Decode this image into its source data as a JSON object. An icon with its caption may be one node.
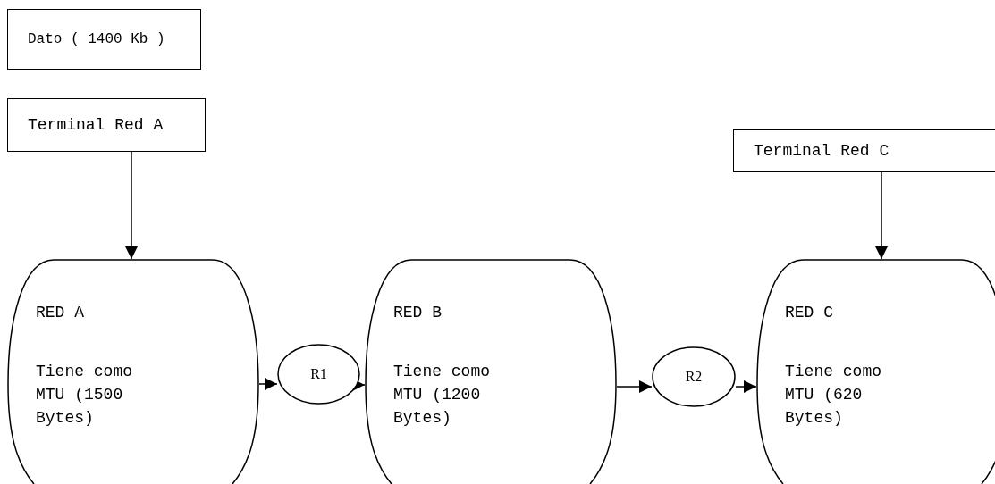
{
  "diagram": {
    "nodes": [
      {
        "text": [
          "Dato ( 1400 Kb )"
        ]
      },
      {
        "text": [
          "Terminal Red A"
        ]
      },
      {
        "text": [
          "Terminal Red C"
        ]
      },
      {
        "text": [
          "RED A",
          "Tiene como MTU (1500 Bytes)"
        ]
      },
      {
        "text": [
          "R1"
        ]
      },
      {
        "text": [
          "RED B",
          "Tiene como MTU (1200 Bytes)"
        ]
      },
      {
        "text": [
          "R2"
        ]
      },
      {
        "text": [
          "RED C",
          "Tiene como MTU (620 Bytes)"
        ]
      }
    ],
    "edges": [
      {
        "from": 1,
        "to": 3,
        "arrow": "to"
      },
      {
        "from": 2,
        "to": 7,
        "arrow": "to"
      },
      {
        "from": 3,
        "to": 4,
        "arrow": "to"
      },
      {
        "from": 4,
        "to": 5,
        "arrow": "to"
      },
      {
        "from": 5,
        "to": 6,
        "arrow": "to"
      },
      {
        "from": 6,
        "to": 7,
        "arrow": "to"
      }
    ]
  }
}
